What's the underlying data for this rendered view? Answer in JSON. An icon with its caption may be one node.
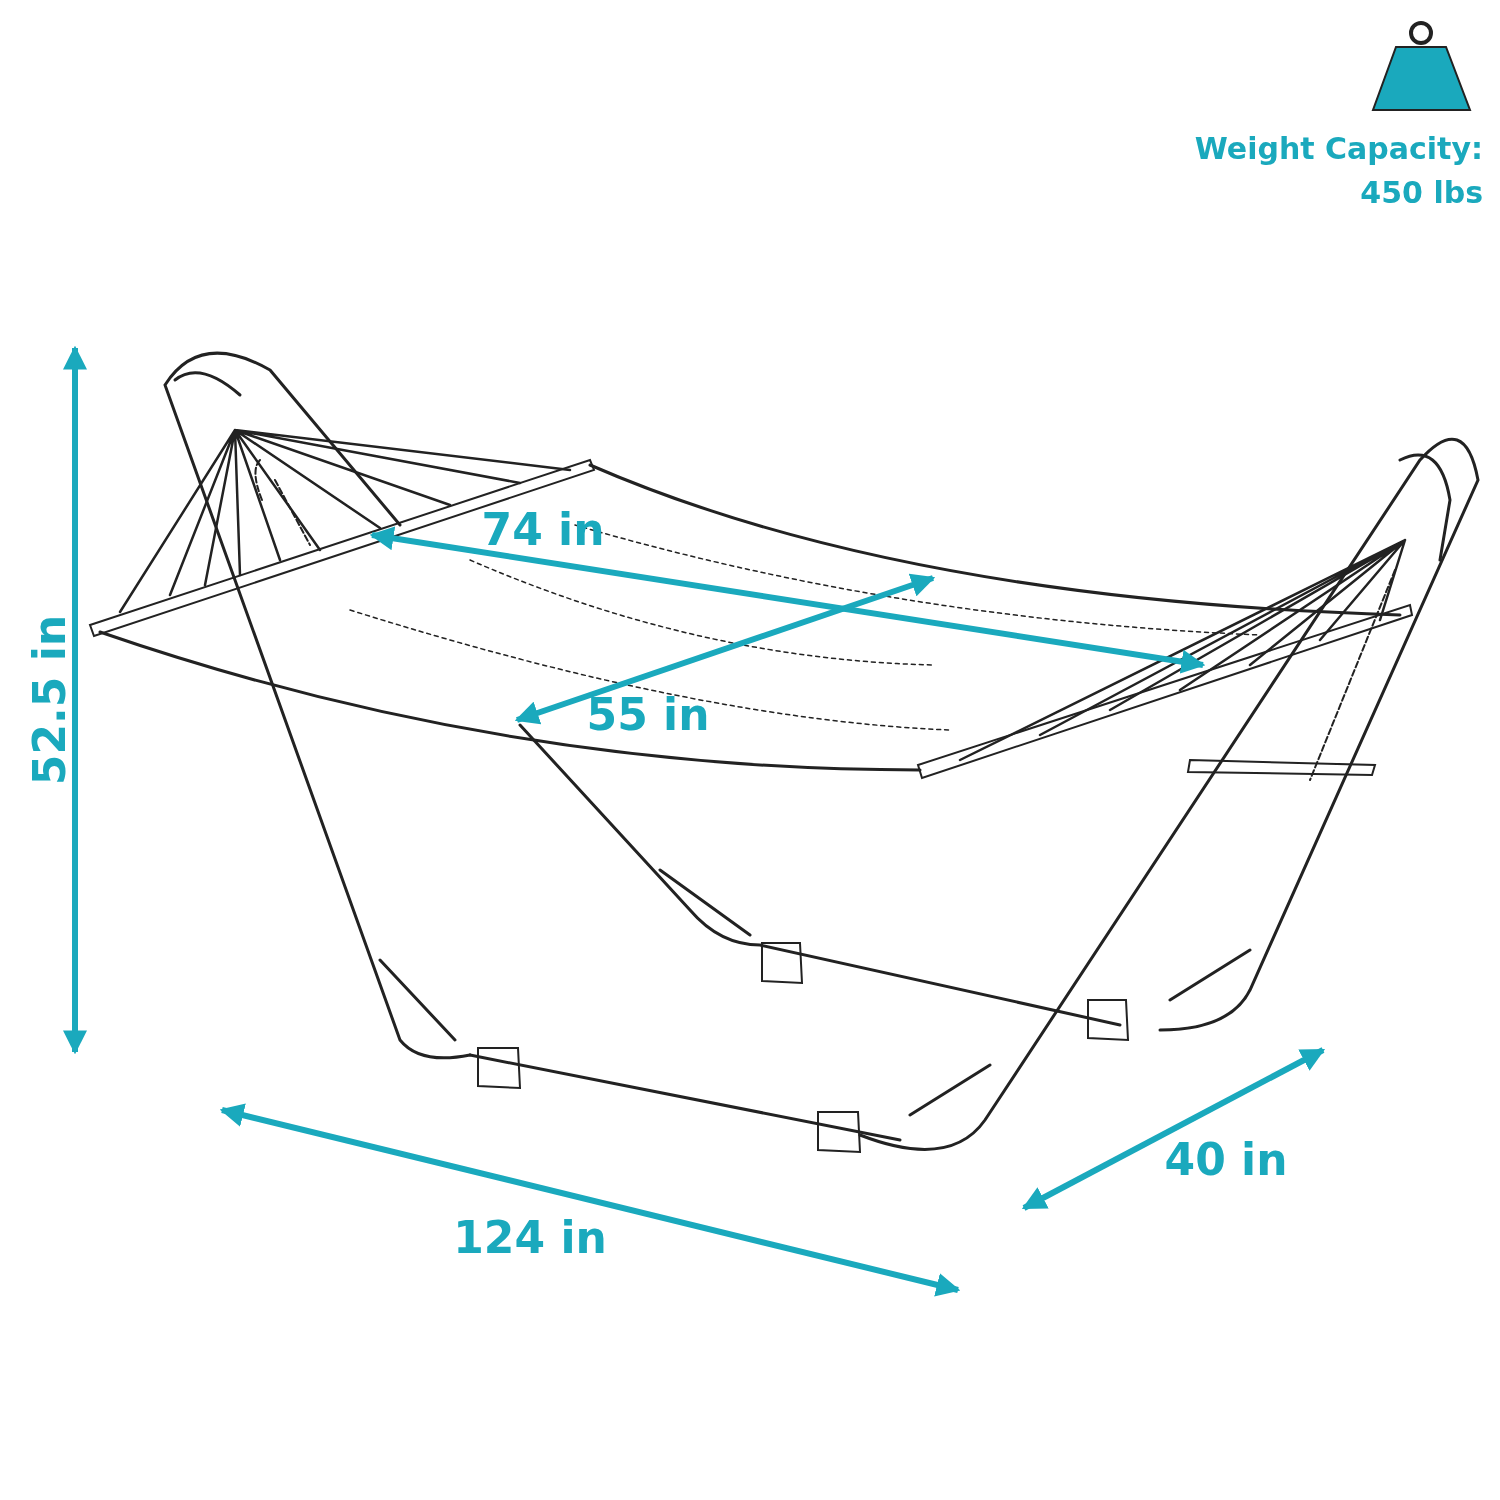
{
  "diagram": {
    "labels": [
      "Weight Capacity: 450 lbs",
      "52.5 in",
      "74 in",
      "55 in",
      "124 in",
      "40 in"
    ]
  }
}
